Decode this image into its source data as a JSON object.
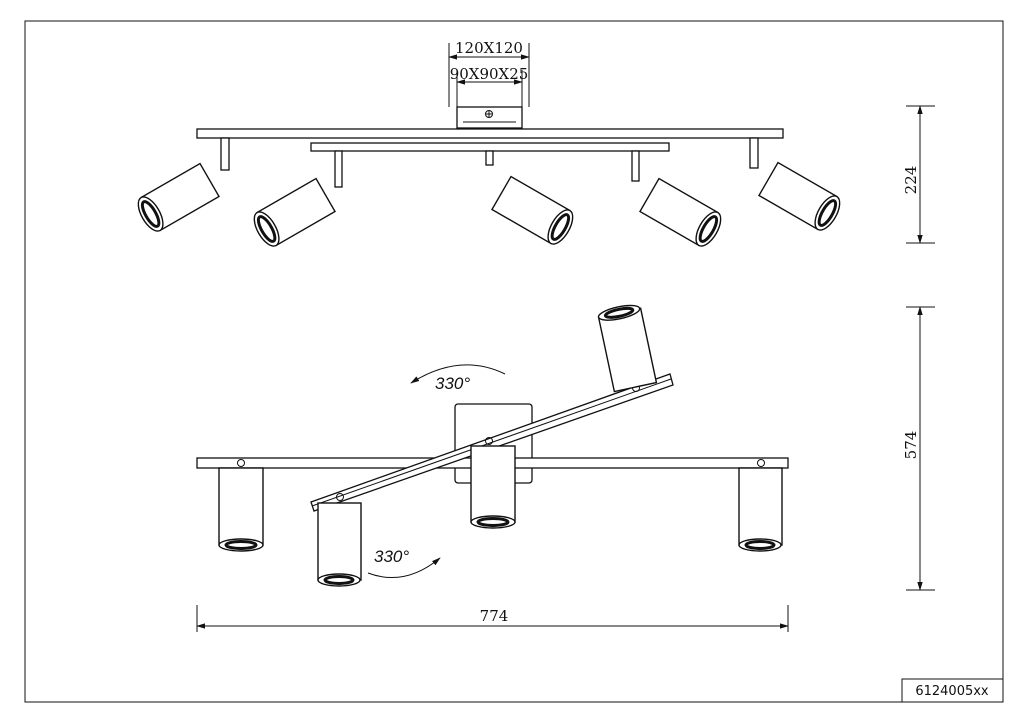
{
  "drawing": {
    "base_outer_dim": "120X120",
    "base_inner_dim": "90X90X25",
    "height_dim": "224",
    "depth_dim": "574",
    "width_dim": "774",
    "rotation_top": "330°",
    "rotation_bottom": "330°",
    "article_code": "6124005xx"
  }
}
